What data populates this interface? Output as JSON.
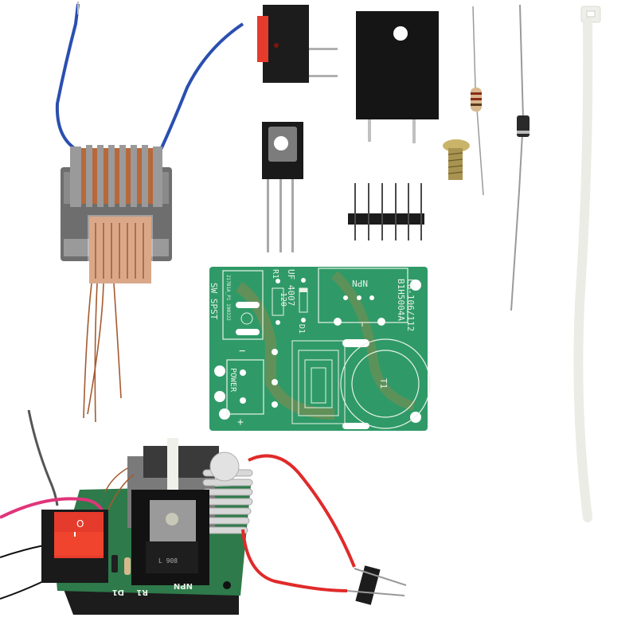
{
  "scene": {
    "description": "High-voltage generator DIY kit components on white background",
    "background": "#ffffff"
  },
  "colors": {
    "pcb_green": "#2f9a68",
    "pcb_trace_tint": "#8a8a4a",
    "copper": "#b8683a",
    "blue_wire": "#2a4fb0",
    "red_wire": "#e02a2a",
    "pink_wire": "#e0357a",
    "switch_red": "#e53b2c",
    "black_part": "#1c1c1c",
    "ferrite_gray": "#7a7a7a",
    "zip_tie": "#f2f2ee"
  },
  "components": [
    {
      "name": "high-voltage transformer",
      "position": "top-left"
    },
    {
      "name": "rocker switch",
      "position": "top-center"
    },
    {
      "name": "heatsink",
      "position": "top-center-right"
    },
    {
      "name": "resistor",
      "position": "top-right"
    },
    {
      "name": "diode",
      "position": "top-right"
    },
    {
      "name": "zip tie",
      "position": "right"
    },
    {
      "name": "screw",
      "position": "center-right"
    },
    {
      "name": "NPN transistor",
      "position": "center"
    },
    {
      "name": "pin header",
      "position": "center"
    },
    {
      "name": "PCB",
      "position": "center"
    },
    {
      "name": "assembled module",
      "position": "bottom"
    }
  ],
  "pcb": {
    "labels": {
      "npn": "NPN",
      "model": "LG-106/112",
      "code": "B1H5004A",
      "diode_part": "UF 4007",
      "r1": "R1",
      "resistor_value": "120",
      "d1": "D1",
      "switch": "SW SPST",
      "batch": "217B1A_P1 190322",
      "power": "POWER",
      "t1": "T1",
      "minus": "−",
      "plus": "+"
    }
  },
  "assembled": {
    "switch_symbols": {
      "off": "O",
      "on": "I"
    },
    "silk_labels": {
      "d1": "D1",
      "r1": "R1",
      "npn": "NPN"
    },
    "transistor_marking": "L 908"
  }
}
